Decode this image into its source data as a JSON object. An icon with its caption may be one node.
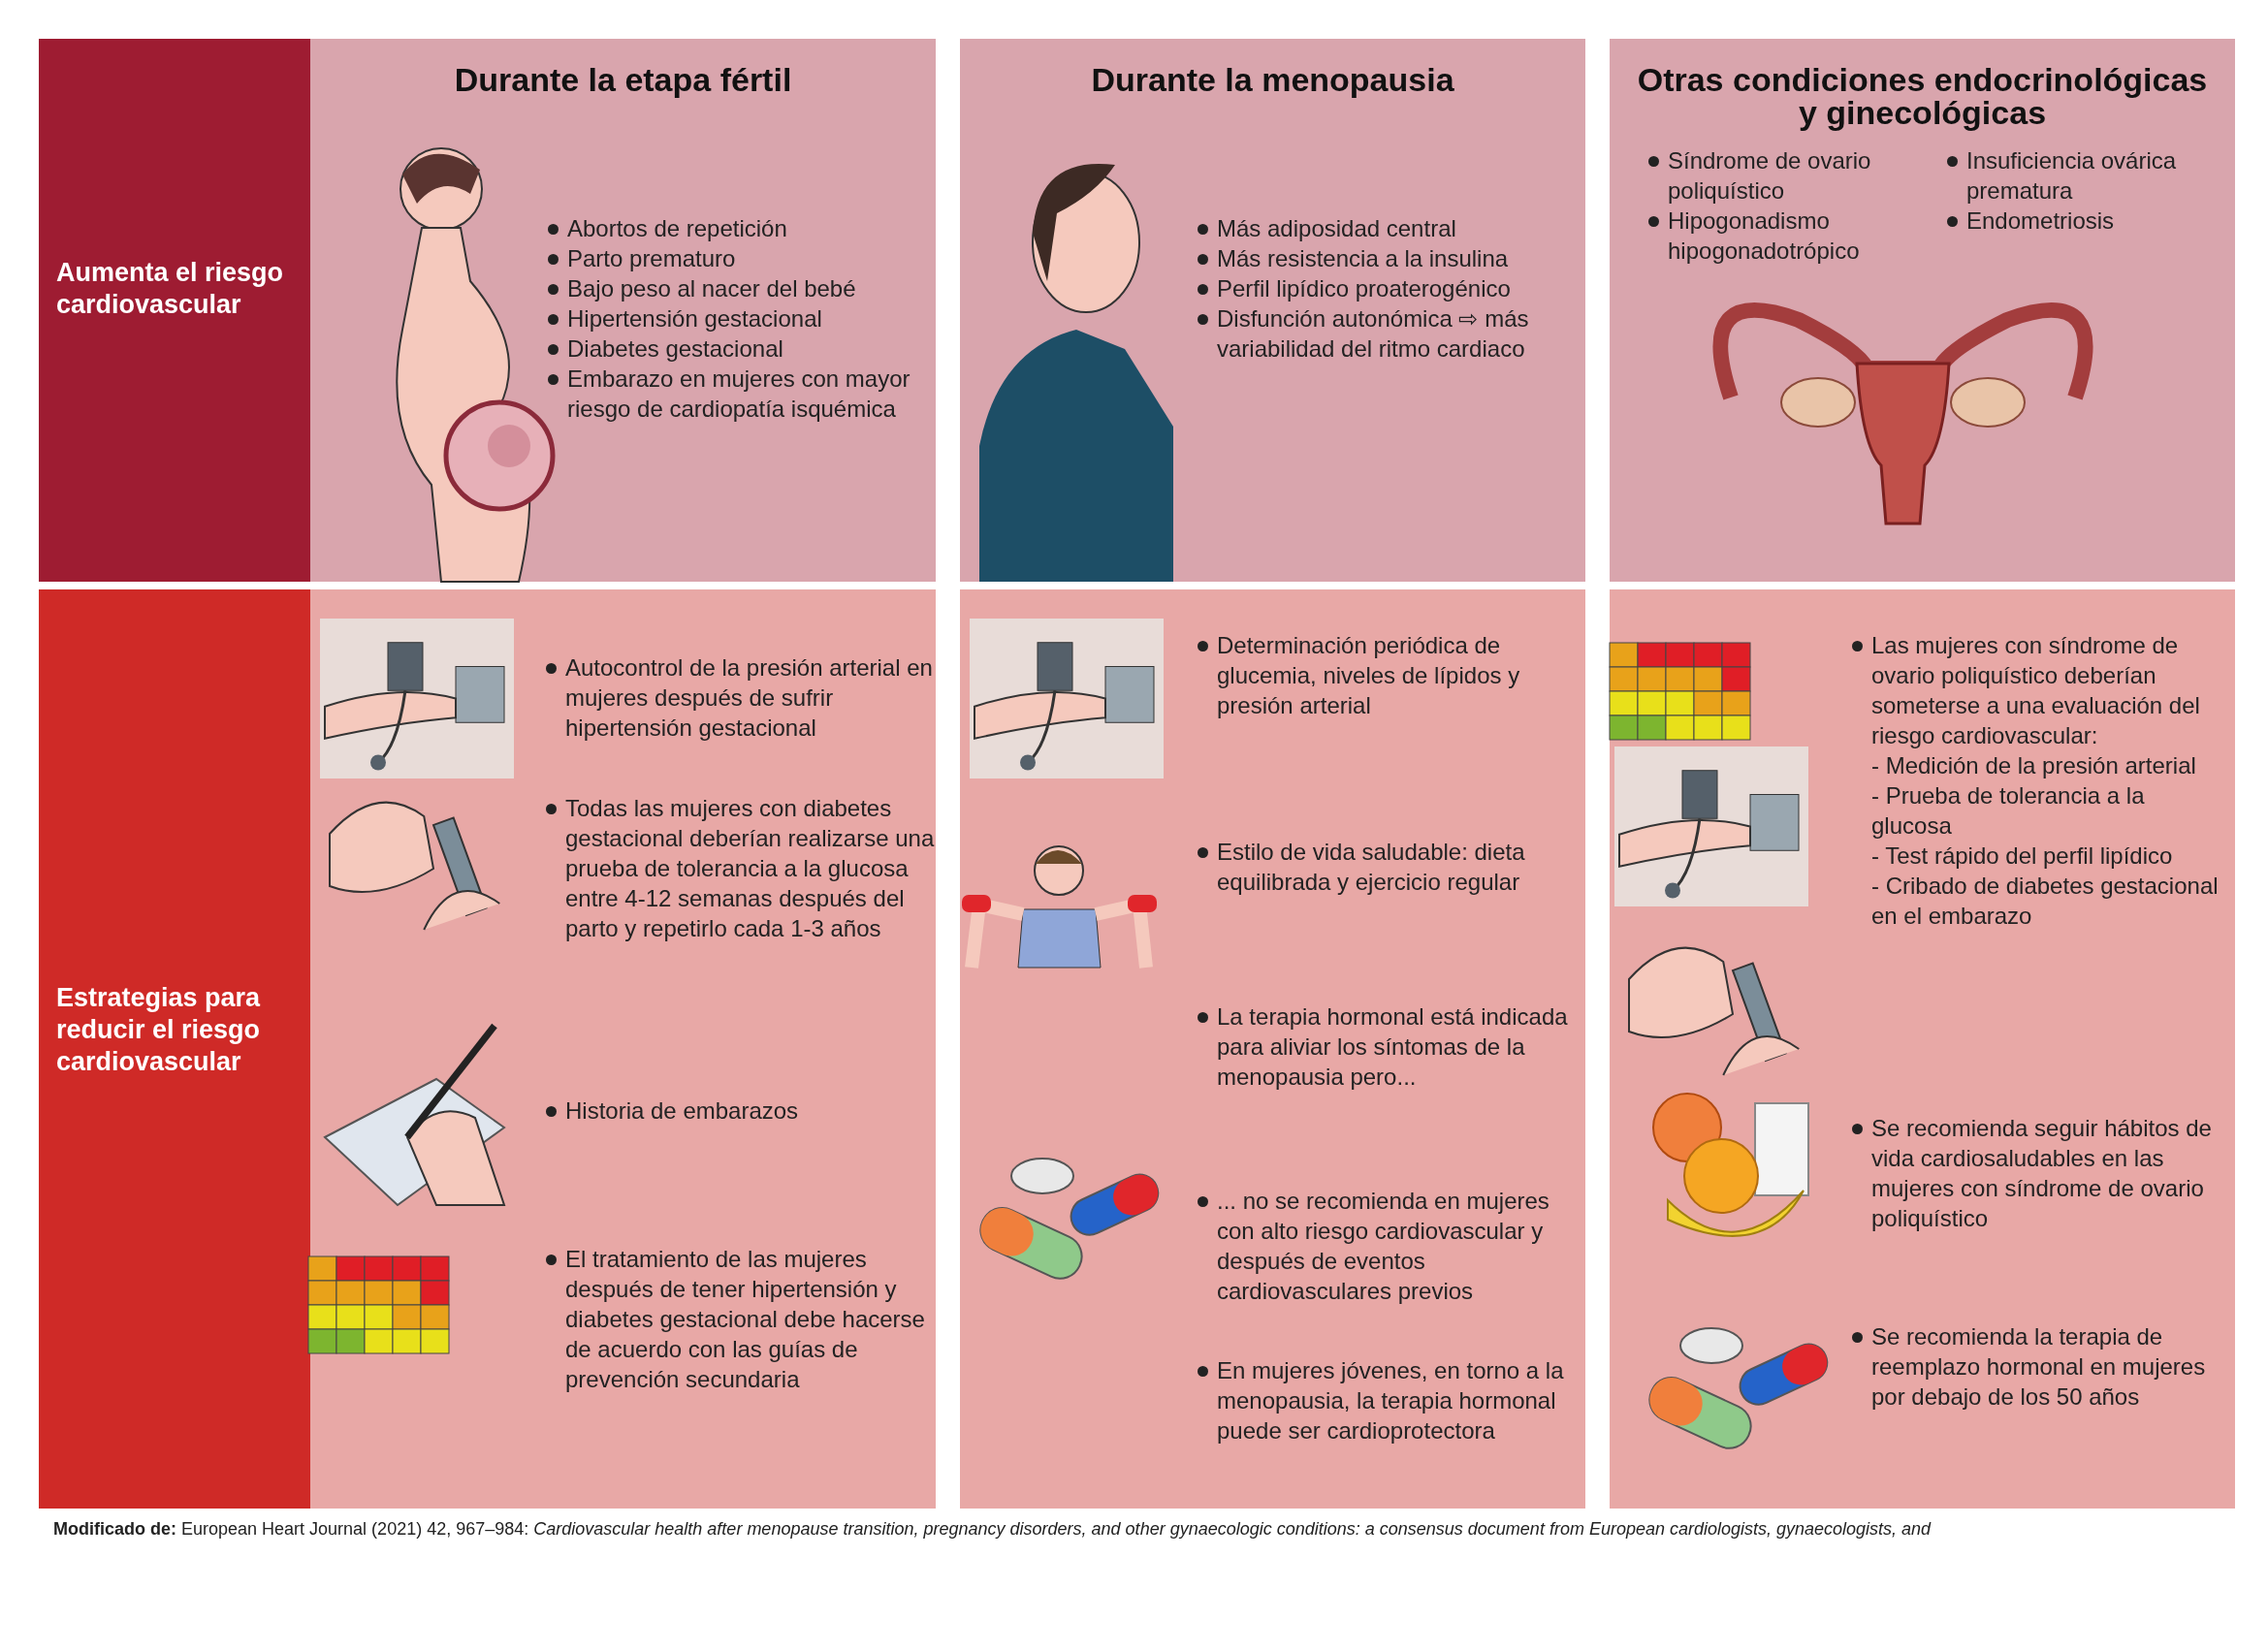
{
  "diagram": {
    "caption": "**Modificado de:** European Heart Journal (2021) 42, 967–984: *Cardiovascular health after menopause transition, pregnancy disorders, and other gynaecologic conditions: a consensus document from European cardiologists, gynaecologists, and*",
    "nodes": [
      {
        "text": [
          "Aumenta el riesgo cardiovascular"
        ]
      },
      {
        "text": [
          "Durante la etapa fértil",
          "Abortos de repetición",
          "Parto prematuro",
          "Bajo peso al nacer del bebé",
          "Hipertensión gestacional",
          "Diabetes gestacional",
          "Embarazo en mujeres con mayor riesgo de cardiopatía isquémica"
        ]
      },
      {
        "text": [
          "Durante la menopausia",
          "Más adiposidad central",
          "Más resistencia a la insulina",
          "Perfil lipídico proaterogénico",
          "Disfunción autonómica ⇨ más variabilidad del ritmo cardiaco"
        ]
      },
      {
        "text": [
          "Otras condiciones endocrinológicas y ginecológicas",
          "Síndrome de ovario poliquístico",
          "Hipogonadismo hipogonadotrópico",
          "Insuficiencia ovárica prematura",
          "Endometriosis"
        ]
      },
      {
        "text": [
          "Estrategias para reducir el riesgo cardiovascular"
        ]
      },
      {
        "text": [
          "Autocontrol de la presión arterial en mujeres después de sufrir hipertensión gestacional",
          "Todas las mujeres con diabetes gestacional deberían realizarse una prueba de tolerancia a la glucosa entre 4-12 semanas después del parto y repetirlo cada 1-3 años",
          "Historia de embarazos",
          "El tratamiento de las mujeres después de tener hipertensión y diabetes gestacional debe hacerse de acuerdo con las guías de prevención secundaria"
        ]
      },
      {
        "text": [
          "Determinación periódica de glucemia, niveles de lípidos y presión arterial",
          "Estilo de vida saludable: dieta equilibrada y ejercicio regular",
          "La terapia hormonal está indicada para aliviar los síntomas de la menopausia pero...",
          "... no se recomienda en mujeres con alto riesgo cardiovascular y después de eventos cardiovasculares previos",
          "En mujeres jóvenes, en torno a la menopausia, la terapia hormonal puede ser cardioprotectora"
        ]
      },
      {
        "text": [
          "Las mujeres con síndrome de ovario poliquístico deberían someterse a una evaluación del riesgo cardiovascular:",
          "- Medición de la presión arterial",
          "- Prueba de tolerancia a la glucosa",
          "- Test rápido del perfil lipídico",
          "- Cribado de diabetes gestacional en el embarazo",
          "Se recomienda seguir hábitos de vida cardiosaludables en las mujeres con síndrome de ovario poliquístico",
          "Se recomienda la terapia de reemplazo hormonal en mujeres por debajo de los 50 años"
        ]
      }
    ]
  }
}
